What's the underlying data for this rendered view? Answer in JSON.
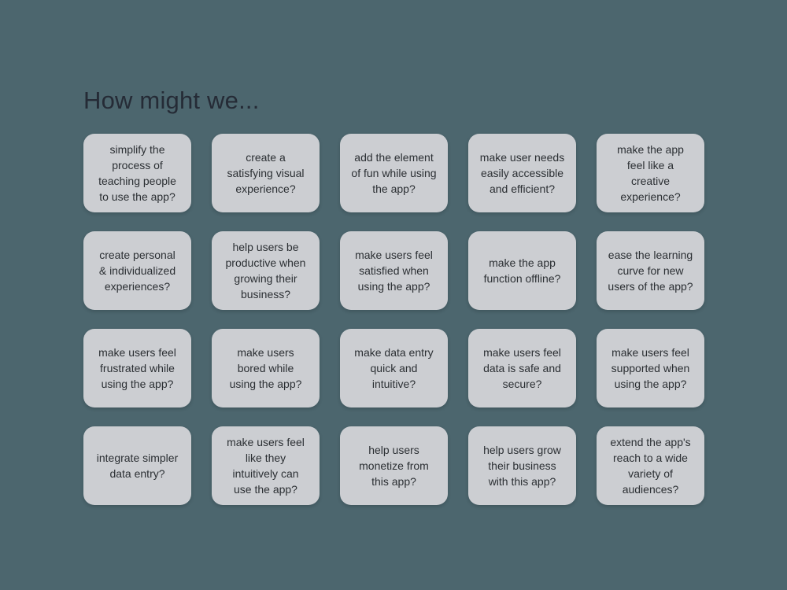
{
  "board": {
    "background_color": "#4c666e",
    "title": "How might we...",
    "title_color": "#252b36",
    "card_color": "#ccced2",
    "card_text_color": "#2b2f33",
    "columns": 5,
    "rows": 4,
    "card_count": 20
  },
  "cards": [
    {
      "text": "simplify the\nprocess of\nteaching people\nto use the app?"
    },
    {
      "text": "create a\nsatisfying visual\nexperience?"
    },
    {
      "text": "add the element\nof fun while using\nthe app?"
    },
    {
      "text": "make user needs\neasily accessible\nand efficient?"
    },
    {
      "text": "make the app\nfeel like a\ncreative\nexperience?"
    },
    {
      "text": "create personal\n& individualized\nexperiences?"
    },
    {
      "text": "help users be\nproductive when\ngrowing their\nbusiness?"
    },
    {
      "text": "make users feel\nsatisfied when\nusing the app?"
    },
    {
      "text": "make the app\nfunction offline?"
    },
    {
      "text": "ease the learning\ncurve for new\nusers of the app?"
    },
    {
      "text": "make users feel\nfrustrated while\nusing the app?"
    },
    {
      "text": "make users\nbored while\nusing the app?"
    },
    {
      "text": "make data entry\nquick and\nintuitive?"
    },
    {
      "text": "make users feel\ndata is safe and\nsecure?"
    },
    {
      "text": "make users feel\nsupported when\nusing the app?"
    },
    {
      "text": "integrate simpler\ndata entry?"
    },
    {
      "text": "make users feel\nlike they\nintuitively can\nuse the app?"
    },
    {
      "text": "help users\nmonetize from\nthis app?"
    },
    {
      "text": "help users grow\ntheir business\nwith this app?"
    },
    {
      "text": "extend the app's\nreach to a wide\nvariety of\naudiences?"
    }
  ]
}
